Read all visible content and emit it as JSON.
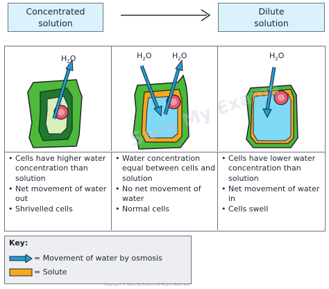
{
  "header": {
    "left_line1": "Concentrated",
    "left_line2": "solution",
    "right_line1": "Dilute",
    "right_line2": "solution"
  },
  "cells": [
    {
      "water_label_h": "H",
      "water_label_sub": "2",
      "water_label_o": "O"
    },
    {
      "water_label_h": "H",
      "water_label_sub": "2",
      "water_label_o": "O"
    },
    {
      "water_label_h": "H",
      "water_label_sub": "2",
      "water_label_o": "O"
    }
  ],
  "descriptions": [
    [
      "Cells have higher water concentration than solution",
      "Net movement of water out",
      "Shrivelled  cells"
    ],
    [
      "Water concentration equal between cells and solution",
      "No net movement of water",
      "Normal cells"
    ],
    [
      "Cells have lower water concentration than solution",
      "Net movement of water in",
      "Cells  swell"
    ]
  ],
  "key": {
    "title": "Key:",
    "arrow_text": "= Movement  of  water  by  osmosis",
    "solute_text": "= Solute"
  },
  "watermark": "Save My Exams",
  "copyright": "Copyright © Save My Exams. All Rights Reserved",
  "colors": {
    "header_fill": "#d9f2fb",
    "cell_wall": "#4dba3a",
    "cytoplasm_dark": "#1f7a2e",
    "vacuole": "#7fd9f5",
    "solute": "#f7a81b",
    "nucleus": "#e8576e",
    "arrow": "#1ea0d6"
  }
}
